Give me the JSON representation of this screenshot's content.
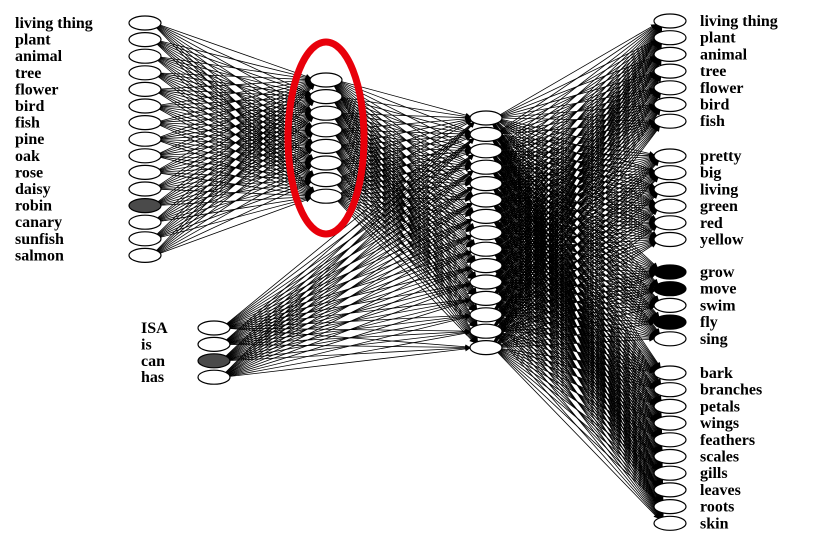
{
  "item_layer": {
    "units": [
      "living thing",
      "plant",
      "animal",
      "tree",
      "flower",
      "bird",
      "fish",
      "pine",
      "oak",
      "rose",
      "daisy",
      "robin",
      "canary",
      "sunfish",
      "salmon"
    ],
    "active": [
      "robin"
    ],
    "active_color": "#4a4a4a"
  },
  "relation_layer": {
    "units": [
      "ISA",
      "is",
      "can",
      "has"
    ],
    "active": [
      "can"
    ],
    "active_color": "#4a4a4a"
  },
  "representation_layer": {
    "unit_count": 8
  },
  "hidden_layer": {
    "unit_count": 15
  },
  "attribute_layer": {
    "groups": [
      [
        "living thing",
        "plant",
        "animal",
        "tree",
        "flower",
        "bird",
        "fish"
      ],
      [
        "pretty",
        "big",
        "living",
        "green",
        "red",
        "yellow"
      ],
      [
        "grow",
        "move",
        "swim",
        "fly",
        "sing"
      ],
      [
        "bark",
        "branches",
        "petals",
        "wings",
        "feathers",
        "scales",
        "gills",
        "leaves",
        "roots",
        "skin"
      ]
    ],
    "active": [
      "grow",
      "move",
      "fly"
    ],
    "active_color": "#000000"
  },
  "highlight_color": "#e8000b"
}
